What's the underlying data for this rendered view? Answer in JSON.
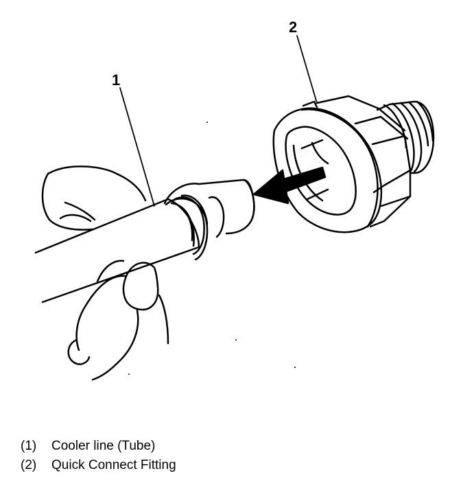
{
  "callouts": [
    {
      "id": "1"
    },
    {
      "id": "2"
    }
  ],
  "legend": [
    {
      "number": "(1)",
      "text": "Cooler line (Tube)"
    },
    {
      "number": "(2)",
      "text": "Quick Connect Fitting"
    }
  ],
  "colors": {
    "ink": "#000000",
    "paper": "#ffffff"
  }
}
